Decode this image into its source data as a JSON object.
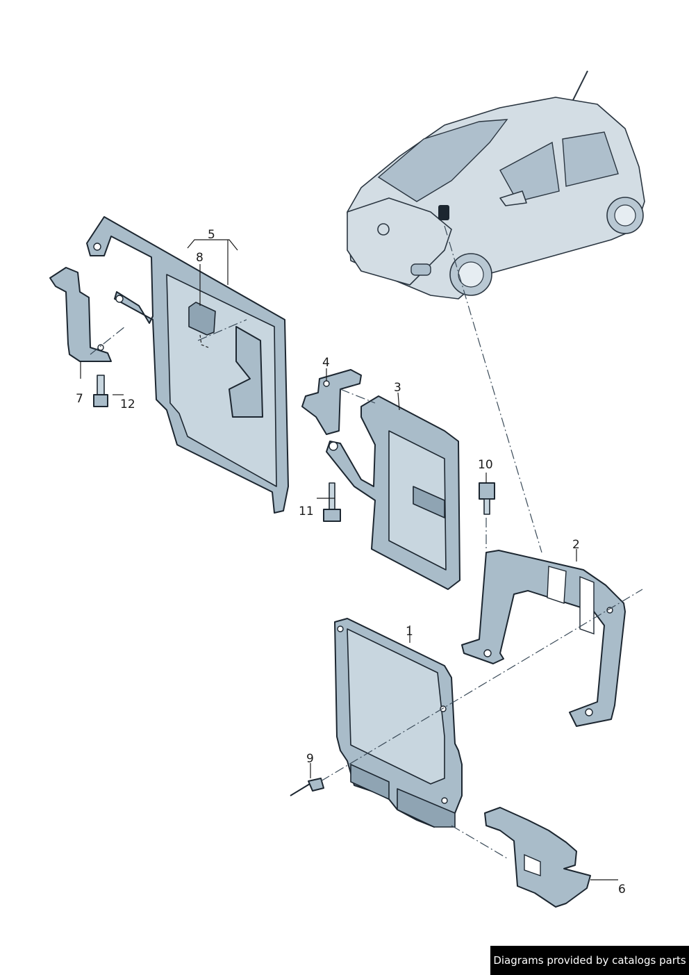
{
  "callouts": {
    "c1": "1",
    "c2": "2",
    "c3": "3",
    "c4": "4",
    "c5": "5",
    "c6": "6",
    "c7": "7",
    "c8": "8",
    "c9": "9",
    "c10": "10",
    "c11": "11",
    "c12": "12"
  },
  "footer": {
    "text": "Diagrams provided by catalogs parts"
  },
  "colors": {
    "part_fill": "#a9bcc9",
    "outline": "#1c2630",
    "footer_bg": "#000000"
  }
}
